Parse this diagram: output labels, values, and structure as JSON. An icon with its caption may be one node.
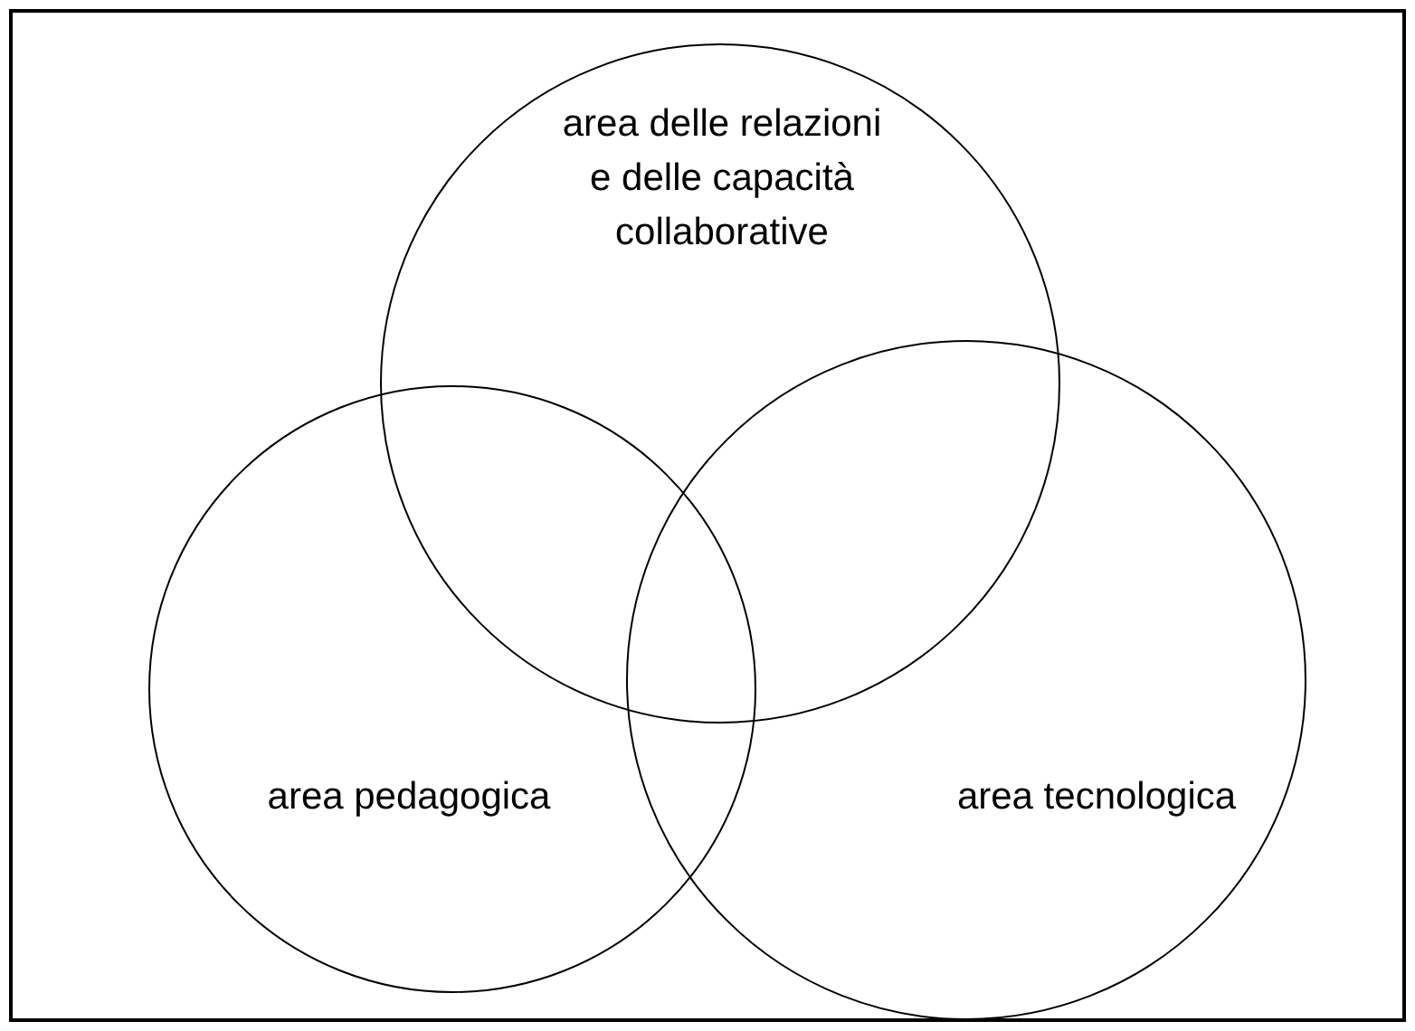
{
  "diagram": {
    "nodes": [
      {
        "text": [
          "area delle relazioni e delle capacità collaborative"
        ]
      },
      {
        "text": [
          "area pedagogica"
        ]
      },
      {
        "text": [
          "area tecnologica"
        ]
      }
    ]
  }
}
